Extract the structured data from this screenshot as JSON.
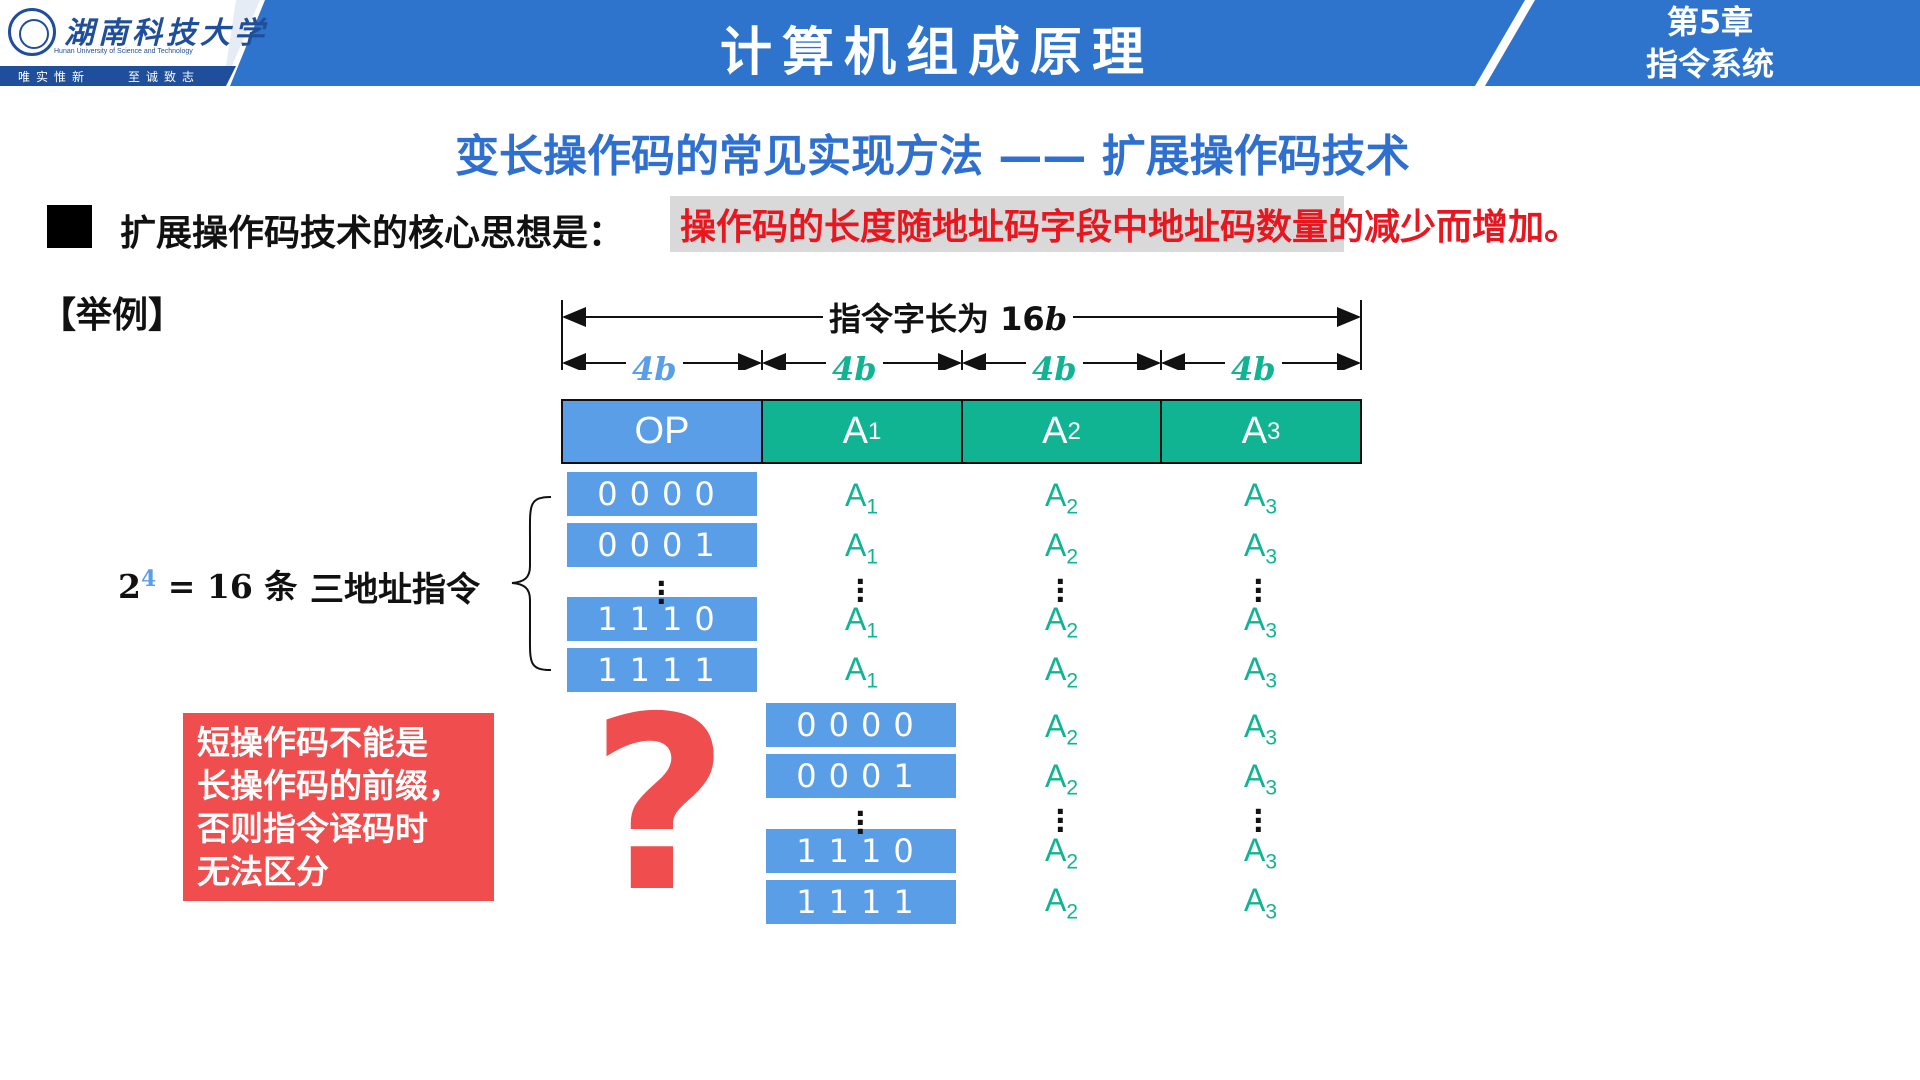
{
  "header": {
    "university_cn": "湖南科技大学",
    "university_en": "Hunan University of Science and Technology",
    "motto_left": "唯实惟新",
    "motto_right": "至诚致志",
    "course_title": "计算机组成原理",
    "chapter_line1": "第5章",
    "chapter_line2": "指令系统",
    "colors": {
      "banner": "#2e73cc",
      "accent_green": "#10b493",
      "accent_red": "#e8161e"
    }
  },
  "slide": {
    "title": "变长操作码的常见实现方法 —— 扩展操作码技术",
    "core_idea_label": "扩展操作码技术的核心思想是：",
    "core_idea_text": "操作码的长度随地址码字段中地址码数量的减少而增加。",
    "example_label": "【举例】"
  },
  "diagram": {
    "word_length_label": "指令字长为 16",
    "word_length_unit": "b",
    "field_widths": [
      "4b",
      "4b",
      "4b",
      "4b"
    ],
    "fields": [
      {
        "name": "OP",
        "sub": "",
        "color": "#5b9ee8"
      },
      {
        "name": "A",
        "sub": "1",
        "color": "#10b493"
      },
      {
        "name": "A",
        "sub": "2",
        "color": "#10b493"
      },
      {
        "name": "A",
        "sub": "3",
        "color": "#10b493"
      }
    ],
    "group1": {
      "count_base": "2",
      "count_exp": "4",
      "count_rest": "= 16",
      "count_unit": "条",
      "type_label": "三地址指令",
      "codes": [
        "0000",
        "0001",
        "1110",
        "1111"
      ],
      "addr": {
        "a": "A",
        "s1": "1",
        "s2": "2",
        "s3": "3"
      }
    },
    "group2": {
      "codes": [
        "0000",
        "0001",
        "1110",
        "1111"
      ]
    },
    "question_mark": "?",
    "note": [
      "短操作码不能是",
      "长操作码的前缀，",
      "否则指令译码时",
      "无法区分"
    ]
  }
}
